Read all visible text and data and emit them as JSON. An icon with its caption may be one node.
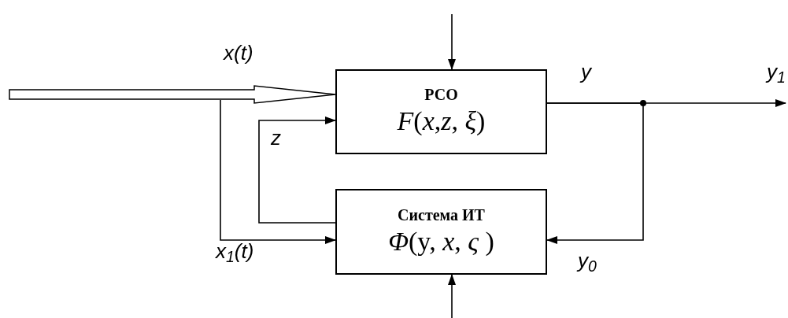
{
  "diagram": {
    "nodes": [
      {
        "text": [
          "РСО",
          "*F*(*x*,*z*, *ξ*)"
        ]
      },
      {
        "text": [
          "Система ИТ",
          "*Φ*(y, *x*, *ς* )"
        ]
      }
    ],
    "edges": [
      {
        "from": null,
        "to": 0,
        "arrow": "to",
        "label": "x(t)",
        "style": "thick"
      },
      {
        "from": null,
        "to": 0,
        "arrow": "to"
      },
      {
        "from": 1,
        "to": 0,
        "arrow": "to",
        "label": "z"
      },
      {
        "from": null,
        "to": 1,
        "arrow": "to",
        "label": "x$_{1}$(t)"
      },
      {
        "from": null,
        "to": 1,
        "arrow": "to"
      },
      {
        "from": 0,
        "to": null,
        "arrow": "to",
        "label": "y"
      },
      {
        "from": 0,
        "to": 1,
        "arrow": "to",
        "label": "y$_{0}$"
      }
    ],
    "labels": [
      "y$_{1}$"
    ]
  }
}
